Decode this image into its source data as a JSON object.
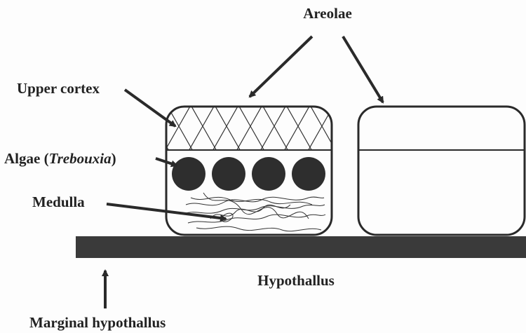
{
  "labels": {
    "areolae": "Areolae",
    "upper_cortex": "Upper cortex",
    "algae_prefix": "Algae (",
    "algae_italic": "Trebouxia",
    "algae_suffix": ")",
    "medulla": "Medulla",
    "hypothallus": "Hypothallus",
    "marginal_hypothallus": "Marginal hypothallus"
  },
  "colors": {
    "ink": "#2a2a2a",
    "hypothallus_fill": "#3a3a3a",
    "algae_fill": "#2e2e2e"
  },
  "algae_cell_count": 4
}
